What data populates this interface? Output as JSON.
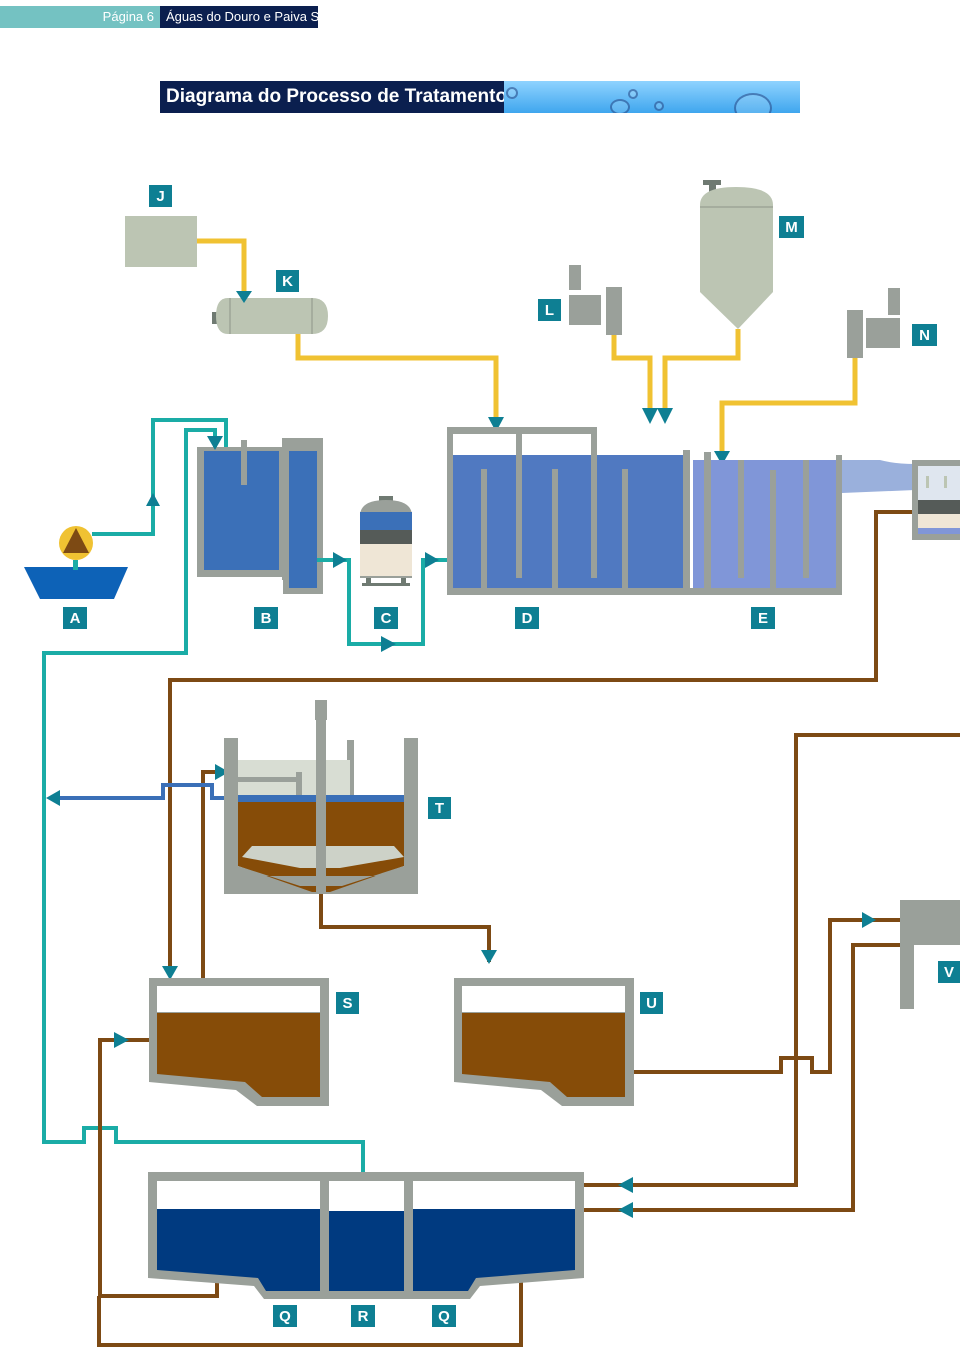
{
  "header": {
    "page_label": "Página 6",
    "company": "Águas do Douro e Paiva SA"
  },
  "title": "Diagrama do Processo de Tratamento",
  "labels": {
    "A": "A",
    "B": "B",
    "C": "C",
    "D": "D",
    "E": "E",
    "J": "J",
    "K": "K",
    "L": "L",
    "M": "M",
    "N": "N",
    "Q": "Q",
    "R": "R",
    "S": "S",
    "T": "T",
    "U": "U",
    "V": "V"
  },
  "colors": {
    "header_teal": "#74c2c2",
    "header_navy": "#0b1f4f",
    "label_box": "#0e7f93",
    "pipe_yellow": "#f0c232",
    "pipe_teal": "#1aaca6",
    "pipe_brown": "#7d4a14",
    "pipe_blue": "#3a6fb7",
    "water_dark": "#003a80",
    "water_mid": "#3e78c2",
    "water_light": "#7a9ad8",
    "sludge": "#864c08",
    "equipment_gray": "#9aa09a",
    "equipment_light": "#bcc5b3"
  }
}
